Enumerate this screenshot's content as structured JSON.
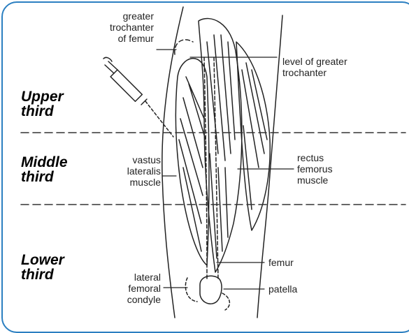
{
  "regions": {
    "upper": [
      "Upper",
      "third"
    ],
    "middle": [
      "Middle",
      "third"
    ],
    "lower": [
      "Lower",
      "third"
    ]
  },
  "labels": {
    "greater_trochanter": [
      "greater",
      "trochanter",
      "of femur"
    ],
    "level_greater_trochanter": [
      "level of greater",
      "trochanter"
    ],
    "vastus_lateralis": [
      "vastus",
      "lateralis",
      "muscle"
    ],
    "rectus_femorus": [
      "rectus",
      "femorus",
      "muscle"
    ],
    "femur": [
      "femur"
    ],
    "patella": [
      "patella"
    ],
    "lateral_femoral_condyle": [
      "lateral",
      "femoral",
      "condyle"
    ]
  },
  "colors": {
    "frame": "#2b7fc1",
    "ink": "#222222"
  }
}
